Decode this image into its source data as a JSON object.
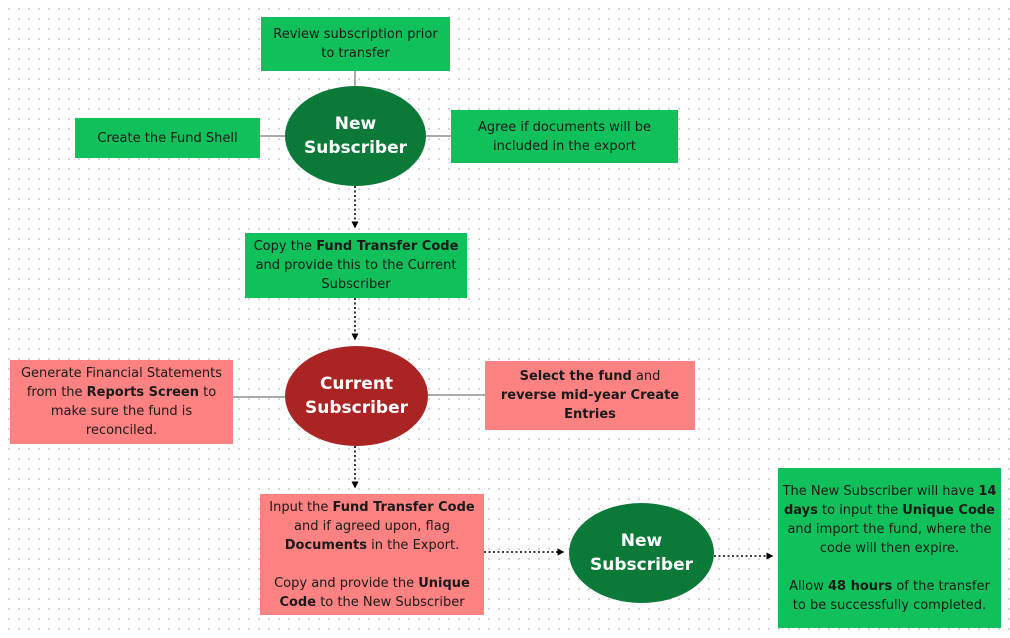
{
  "colors": {
    "box_green": "#10c05b",
    "box_red": "#fe8282",
    "node_green": "#0b7a38",
    "node_red": "#ab2424"
  },
  "nodes": {
    "new_subscriber_top": [
      "New",
      "Subscriber"
    ],
    "current_subscriber": [
      "Current",
      "Subscriber"
    ],
    "new_subscriber_bottom": [
      "New",
      "Subscriber"
    ]
  },
  "boxes": {
    "review": [
      "Review subscription prior",
      "to transfer"
    ],
    "create_shell": "Create the Fund Shell",
    "agree_docs": [
      "Agree if documents will be",
      "included in the export"
    ],
    "copy_code": {
      "pre": "Copy the ",
      "bold": "Fund Transfer Code",
      "post": "and provide this to the Current Subscriber"
    },
    "generate": {
      "pre": "Generate Financial Statements from the ",
      "bold": "Reports Screen",
      "post": " to make sure the fund is reconciled."
    },
    "select_fund": {
      "bold1": "Select the fund",
      "mid": " and ",
      "bold2": "reverse mid-year Create Entries"
    },
    "input_code": {
      "pre": "Input the ",
      "bold1": "Fund Transfer Code",
      "mid": " and if agreed upon, flag ",
      "bold2": "Documents",
      "post": " in the Export.",
      "pre2": "Copy and provide the ",
      "bold3": "Unique Code",
      "post2": " to the New Subscriber"
    },
    "final": {
      "pre": "The New Subscriber will have ",
      "bold1": "14 days",
      "mid": " to input the ",
      "bold2": "Unique Code",
      "post": " and import the fund, where the code will then expire.",
      "pre2": "Allow ",
      "bold3": "48 hours",
      "post2": " of the transfer to be successfully completed."
    }
  }
}
